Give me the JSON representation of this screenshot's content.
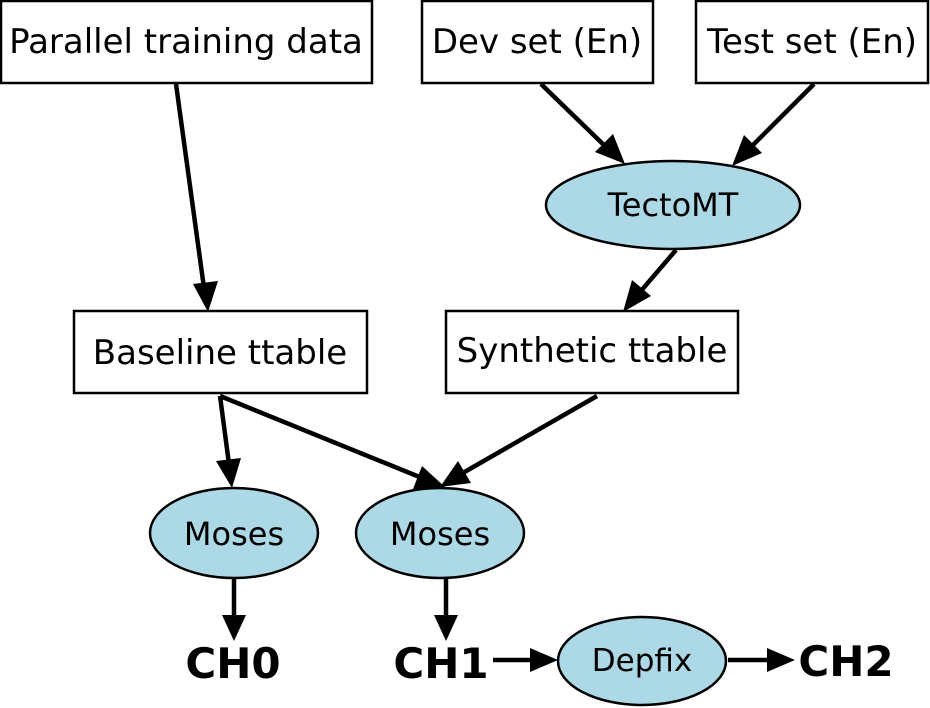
{
  "nodes": {
    "parallel_training_data": "Parallel training data",
    "dev_set": "Dev set (En)",
    "test_set": "Test set (En)",
    "tectomt": "TectoMT",
    "baseline_ttable": "Baseline ttable",
    "synthetic_ttable": "Synthetic ttable",
    "moses_baseline": "Moses",
    "moses_combined": "Moses",
    "depfix": "Depfix",
    "ch0": "CH0",
    "ch1": "CH1",
    "ch2": "CH2"
  },
  "colors": {
    "ellipse_fill": "#add8e6",
    "box_fill": "#ffffff",
    "stroke": "#000000"
  },
  "edges": [
    {
      "from": "parallel_training_data",
      "to": "baseline_ttable"
    },
    {
      "from": "dev_set",
      "to": "tectomt"
    },
    {
      "from": "test_set",
      "to": "tectomt"
    },
    {
      "from": "tectomt",
      "to": "synthetic_ttable"
    },
    {
      "from": "baseline_ttable",
      "to": "moses_baseline"
    },
    {
      "from": "baseline_ttable",
      "to": "moses_combined"
    },
    {
      "from": "synthetic_ttable",
      "to": "moses_combined"
    },
    {
      "from": "moses_baseline",
      "to": "ch0"
    },
    {
      "from": "moses_combined",
      "to": "ch1"
    },
    {
      "from": "ch1",
      "to": "depfix"
    },
    {
      "from": "depfix",
      "to": "ch2"
    }
  ]
}
